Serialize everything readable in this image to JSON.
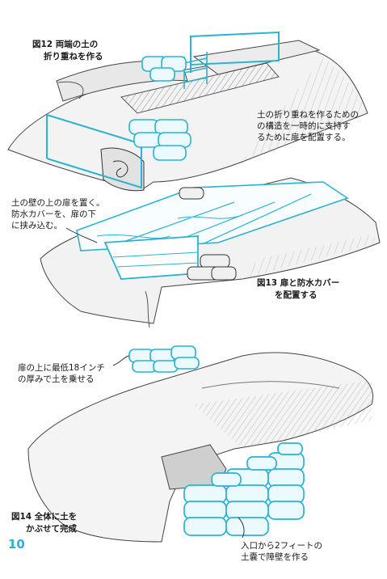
{
  "figures": [
    {
      "caption_line1": "図12 両端の土の",
      "caption_line2": "折り重ねを作る",
      "note_line1": "土の折り重ねを作るための",
      "note_line2": "の構造を一時的に支持す",
      "note_line3": "るために扉を配置する。"
    },
    {
      "note_line1": "土の壁の上の扉を置く。",
      "note_line2": "防水カバーを、扉の下",
      "note_line3": "に挟み込む。",
      "caption_line1": "図13 扉と防水カバー",
      "caption_line2": "を配置する"
    },
    {
      "note_line1": "扉の上に最低18インチ",
      "note_line2": "の厚みで土を乗せる",
      "caption_line1": "図14 全体に土を",
      "caption_line2": "かぶせて完成",
      "note2_line1": "入口から2フィートの",
      "note2_line2": "土嚢で障壁を作る"
    }
  ],
  "page_number": "10",
  "colors": {
    "accent": "#2bb3d1",
    "ink": "#333333",
    "shade": "#bbbbbb"
  }
}
